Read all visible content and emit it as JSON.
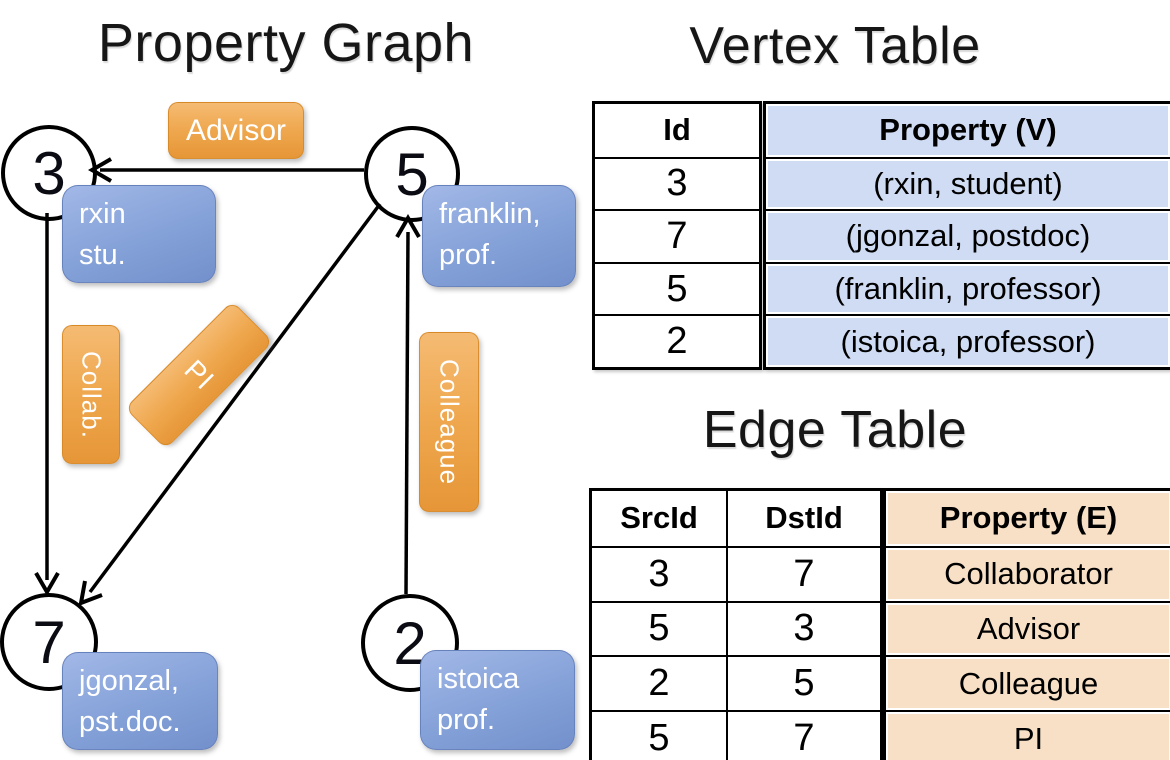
{
  "titles": {
    "property_graph": "Property Graph",
    "vertex_table": "Vertex Table",
    "edge_table": "Edge Table"
  },
  "colors": {
    "edge_label_orange": "#EFA84F",
    "node_property_blue": "#84A1D8",
    "vertex_table_cell_bg": "#CFDCF3",
    "edge_table_cell_bg": "#F7E0C6",
    "line_color": "#000000"
  },
  "graph": {
    "nodes": {
      "n3": {
        "id": "3",
        "prop_line1": "rxin",
        "prop_line2": "stu."
      },
      "n5": {
        "id": "5",
        "prop_line1": "franklin,",
        "prop_line2": "prof."
      },
      "n7": {
        "id": "7",
        "prop_line1": "jgonzal,",
        "prop_line2": "pst.doc."
      },
      "n2": {
        "id": "2",
        "prop_line1": "istoica",
        "prop_line2": "prof."
      }
    },
    "edge_labels": {
      "advisor": "Advisor",
      "collab": "Collab.",
      "pi": "PI",
      "colleague": "Colleague"
    }
  },
  "vertex_table": {
    "columns": [
      "Id",
      "Property (V)"
    ],
    "rows": [
      [
        "3",
        "(rxin, student)"
      ],
      [
        "7",
        "(jgonzal, postdoc)"
      ],
      [
        "5",
        "(franklin, professor)"
      ],
      [
        "2",
        "(istoica, professor)"
      ]
    ]
  },
  "edge_table": {
    "columns": [
      "SrcId",
      "DstId",
      "Property (E)"
    ],
    "rows": [
      [
        "3",
        "7",
        "Collaborator"
      ],
      [
        "5",
        "3",
        "Advisor"
      ],
      [
        "2",
        "5",
        "Colleague"
      ],
      [
        "5",
        "7",
        "PI"
      ]
    ]
  }
}
